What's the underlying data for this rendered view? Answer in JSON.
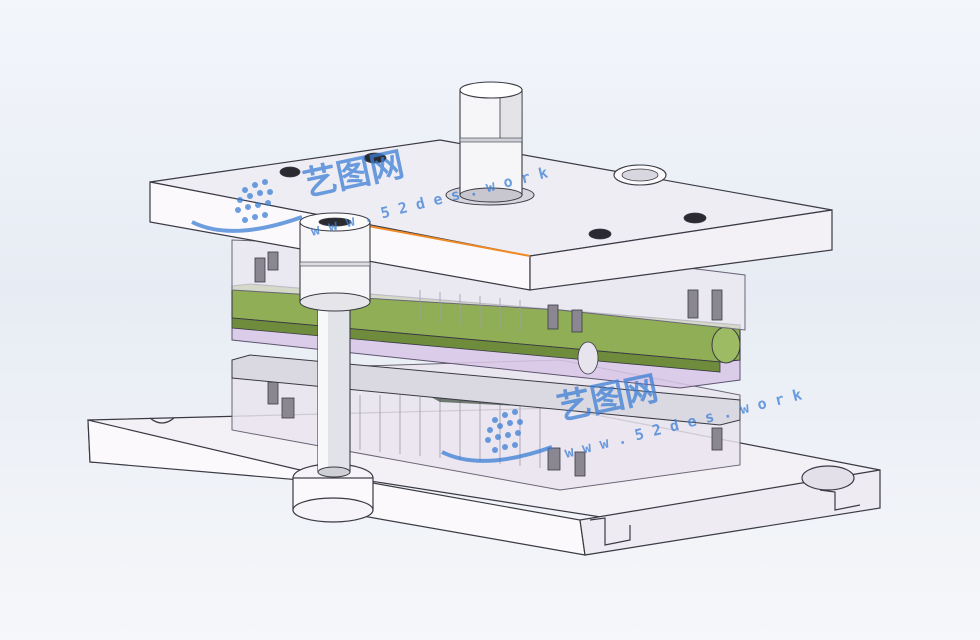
{
  "viewport": {
    "background_top": "#f3f6fb",
    "background_bottom": "#e7ecf4"
  },
  "model": {
    "description_icon": "stamping-die-assembly-icon",
    "colors": {
      "plate_white": "#fbf9fb",
      "plate_top": "#efedf4",
      "plate_edge": "#cfcbd8",
      "outline": "#3a3a44",
      "guide_post": "#dcdde3",
      "stripper_green": "#8fae55",
      "stripper_green_dark": "#6e8c3c",
      "die_purple": "#d8c6e6",
      "transparent_block": "#e9e4ef",
      "highlight_edge": "#f08a24",
      "screw_dark": "#2a2a30"
    }
  },
  "watermarks": [
    {
      "id": "watermark-upper",
      "title": "艺图网",
      "url": "w w w . 5 2 d e s . w o r k",
      "color": "#3d7fd6"
    },
    {
      "id": "watermark-lower",
      "title": "艺图网",
      "url": "w w w . 5 2 d e s . w o r k",
      "color": "#3d7fd6"
    }
  ]
}
